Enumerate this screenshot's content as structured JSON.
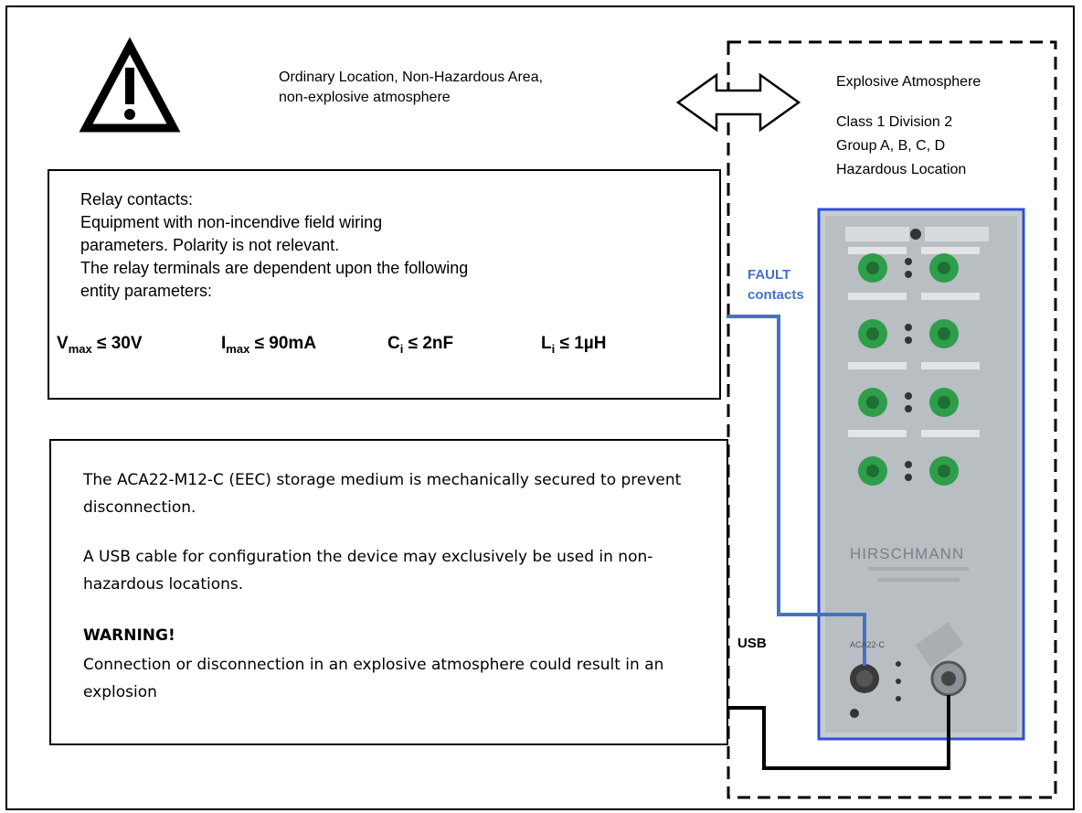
{
  "ordinary_location": {
    "line1": "Ordinary Location, Non-Hazardous Area,",
    "line2": "non-explosive atmosphere"
  },
  "hazardous_location": {
    "title": "Explosive Atmosphere",
    "class": "Class 1 Division 2",
    "group": "Group A, B, C, D",
    "location": "Hazardous Location"
  },
  "relay_box": {
    "lines": [
      "Relay contacts:",
      "Equipment with non-incendive field wiring",
      "parameters.  Polarity is not relevant.",
      "The relay terminals are dependent upon the following",
      "entity  parameters:"
    ],
    "params": [
      {
        "symbol": "V",
        "sub": "max",
        "value": "≤ 30V"
      },
      {
        "symbol": "I",
        "sub": "max",
        "value": "≤ 90mA"
      },
      {
        "symbol": "C",
        "sub": "i",
        "value": "≤ 2nF"
      },
      {
        "symbol": "L",
        "sub": "i",
        "value": "≤ 1µH"
      }
    ]
  },
  "storage_box": {
    "p1": "The ACA22-M12-C (EEC) storage medium is mechanically secured to prevent disconnection.",
    "p2": "A USB cable for configuration the device may exclusively be used in non-hazardous locations.",
    "warning_title": "WARNING!",
    "warning_text": "Connection or disconnection in an explosive atmosphere could result in an explosion"
  },
  "labels": {
    "fault_line1": "FAULT",
    "fault_line2": "contacts",
    "usb": "USB"
  },
  "device": {
    "brand": "HIRSCHMANN",
    "port_label": "ACA22-C"
  },
  "colors": {
    "fault_wire": "#4472c4",
    "usb_wire": "#000000",
    "device_border": "#2f4fd8",
    "connector_green": "#2e9e4a"
  }
}
